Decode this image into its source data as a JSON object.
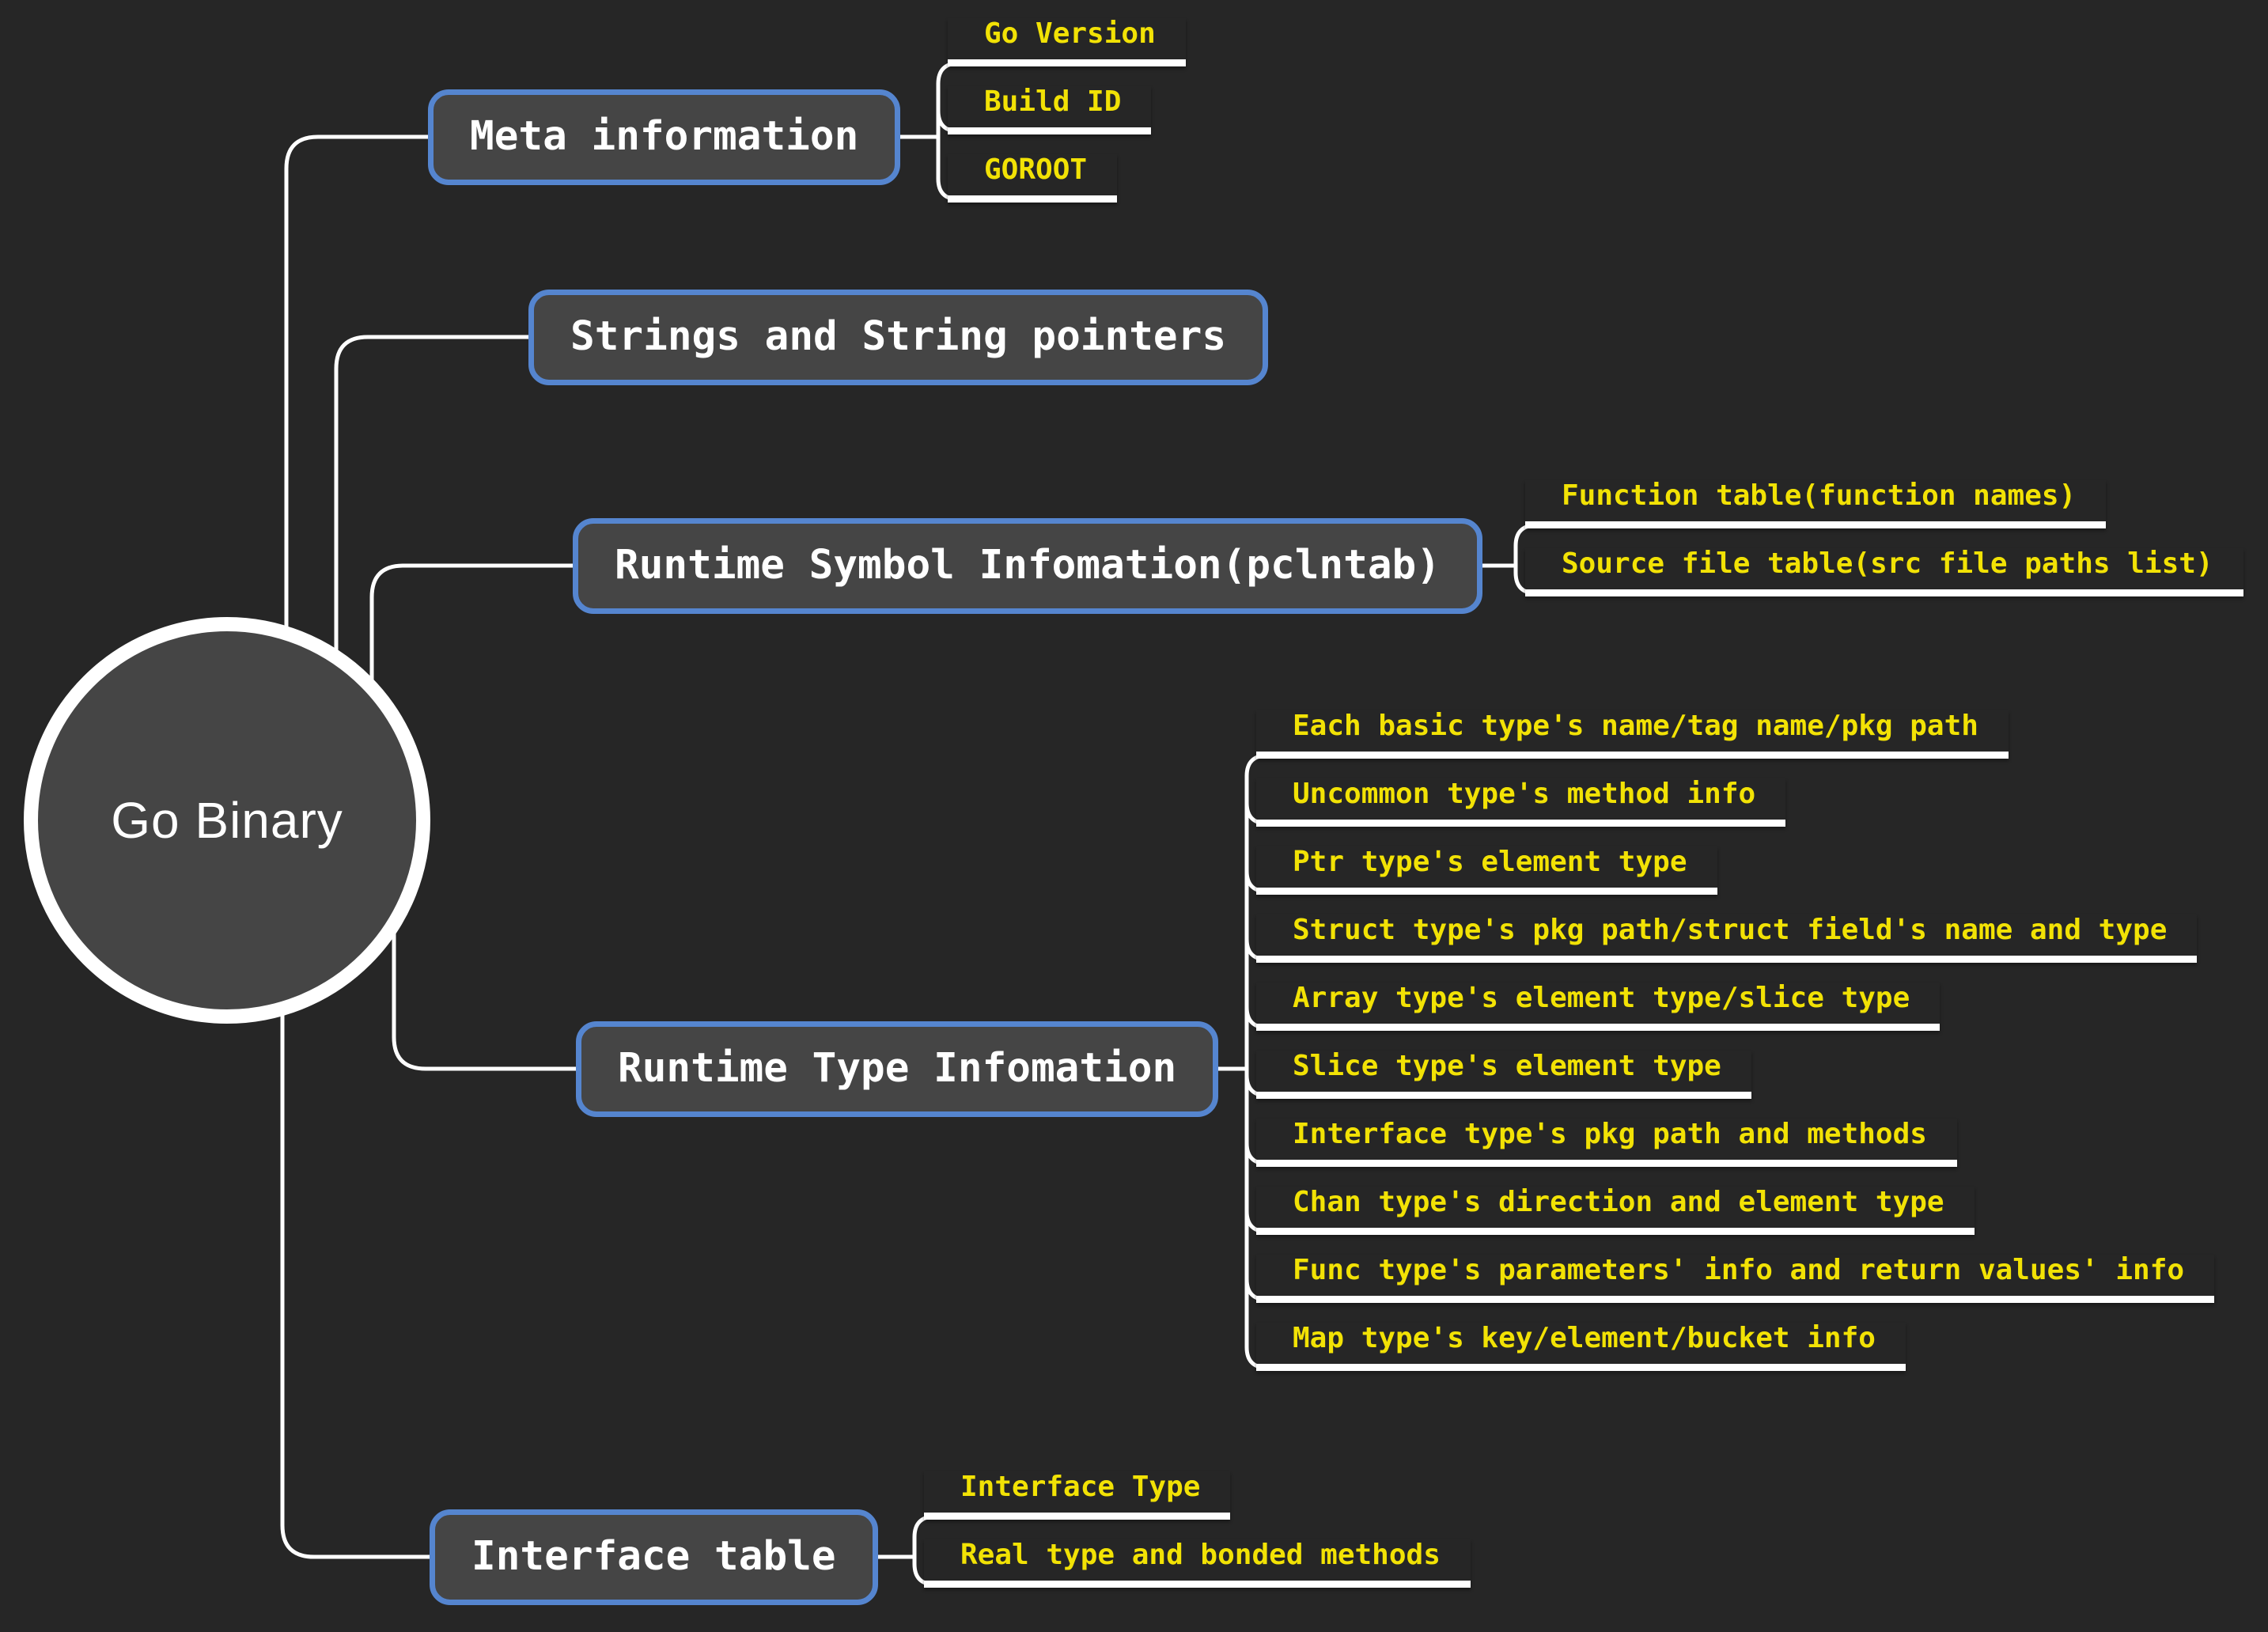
{
  "root": {
    "label": "Go Binary"
  },
  "branches": [
    {
      "label": "Meta information",
      "children": [
        {
          "label": "Go Version"
        },
        {
          "label": "Build ID"
        },
        {
          "label": "GOROOT"
        }
      ]
    },
    {
      "label": "Strings and String pointers",
      "children": []
    },
    {
      "label": "Runtime Symbol Infomation(pclntab)",
      "children": [
        {
          "label": "Function table(function names)"
        },
        {
          "label": "Source file table(src file paths list)"
        }
      ]
    },
    {
      "label": "Runtime Type Infomation",
      "children": [
        {
          "label": "Each basic type's name/tag name/pkg path"
        },
        {
          "label": "Uncommon type's method info"
        },
        {
          "label": "Ptr type's element type"
        },
        {
          "label": "Struct type's pkg path/struct field's name and type"
        },
        {
          "label": "Array type's element type/slice type"
        },
        {
          "label": "Slice type's element type"
        },
        {
          "label": "Interface type's pkg path and methods"
        },
        {
          "label": "Chan type's direction and element type"
        },
        {
          "label": "Func type's parameters' info and return values' info"
        },
        {
          "label": "Map type's key/element/bucket info"
        }
      ]
    },
    {
      "label": "Interface table",
      "children": [
        {
          "label": "Interface Type"
        },
        {
          "label": "Real type and bonded methods"
        }
      ]
    }
  ],
  "colors": {
    "background": "#262626",
    "node_fill": "#454545",
    "accent": "#5585cf",
    "leaf_text": "#f2e205",
    "line": "#ffffff",
    "node_text": "#ffffff"
  }
}
